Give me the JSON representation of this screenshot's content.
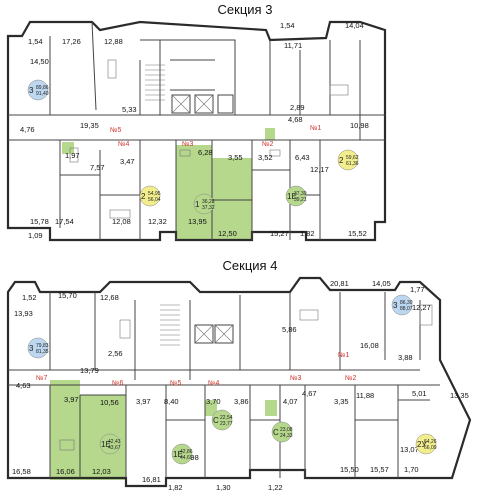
{
  "colors": {
    "green": "#b5d88c",
    "blue": "#bcd7ef",
    "yellow": "#f3ee8d",
    "wall": "#2b2b2b",
    "red": "#d0342c"
  },
  "section3": {
    "title": "Секция 3",
    "areas": [
      "1,54",
      "14,50",
      "17,26",
      "12,88",
      "1,54",
      "14,04",
      "11,71",
      "5,33",
      "19,35",
      "4,76",
      "2,89",
      "4,68",
      "10,98",
      "1,97",
      "7,57",
      "3,47",
      "6,28",
      "3,55",
      "3,52",
      "6,43",
      "12,17",
      "15,78",
      "17,54",
      "12,08",
      "12,32",
      "13,95",
      "12,50",
      "15,27",
      "1,82",
      "15,52",
      "1,09"
    ],
    "apt_numbers": [
      "№5",
      "№4",
      "№3",
      "№2",
      "№1"
    ],
    "badges": [
      {
        "rooms": "3",
        "a": "89,86",
        "b": "91,40",
        "color": "blue"
      },
      {
        "rooms": "2",
        "a": "59,62",
        "b": "61,36",
        "color": "yellow"
      },
      {
        "rooms": "2",
        "a": "54,95",
        "b": "56,04",
        "color": "yellow"
      },
      {
        "rooms": "1",
        "a": "36,28",
        "b": "37,32",
        "color": "green"
      },
      {
        "rooms": "1Е",
        "a": "37,39",
        "b": "39,21",
        "color": "green"
      }
    ]
  },
  "section4": {
    "title": "Секция 4",
    "areas": [
      "1,52",
      "15,70",
      "12,68",
      "20,81",
      "14,05",
      "1,77",
      "12,27",
      "13,93",
      "5,86",
      "2,56",
      "13,79",
      "16,08",
      "4,63",
      "3,88",
      "3,97",
      "10,56",
      "3,97",
      "8,40",
      "3,70",
      "3,86",
      "4,07",
      "4,67",
      "3,35",
      "11,88",
      "5,01",
      "13,35",
      "16,58",
      "16,06",
      "12,03",
      "16,81",
      "1,82",
      "14,98",
      "1,30",
      "1,22",
      "15,50",
      "15,57",
      "13,07",
      "1,70"
    ],
    "apt_numbers": [
      "№7",
      "№6",
      "№5",
      "№4",
      "№3",
      "№2",
      "№1"
    ],
    "badges": [
      {
        "rooms": "3",
        "a": "86,30",
        "b": "88,07",
        "color": "blue"
      },
      {
        "rooms": "3",
        "a": "79,83",
        "b": "81,35",
        "color": "blue"
      },
      {
        "rooms": "1Е",
        "a": "42,43",
        "b": "43,67",
        "color": "green"
      },
      {
        "rooms": "1Е",
        "a": "42,86",
        "b": "44,69",
        "color": "green"
      },
      {
        "rooms": "С",
        "a": "22,54",
        "b": "23,77",
        "color": "green"
      },
      {
        "rooms": "С",
        "a": "23,08",
        "b": "24,33",
        "color": "green"
      },
      {
        "rooms": "2У",
        "a": "64,26",
        "b": "66,09",
        "color": "yellow"
      }
    ]
  }
}
